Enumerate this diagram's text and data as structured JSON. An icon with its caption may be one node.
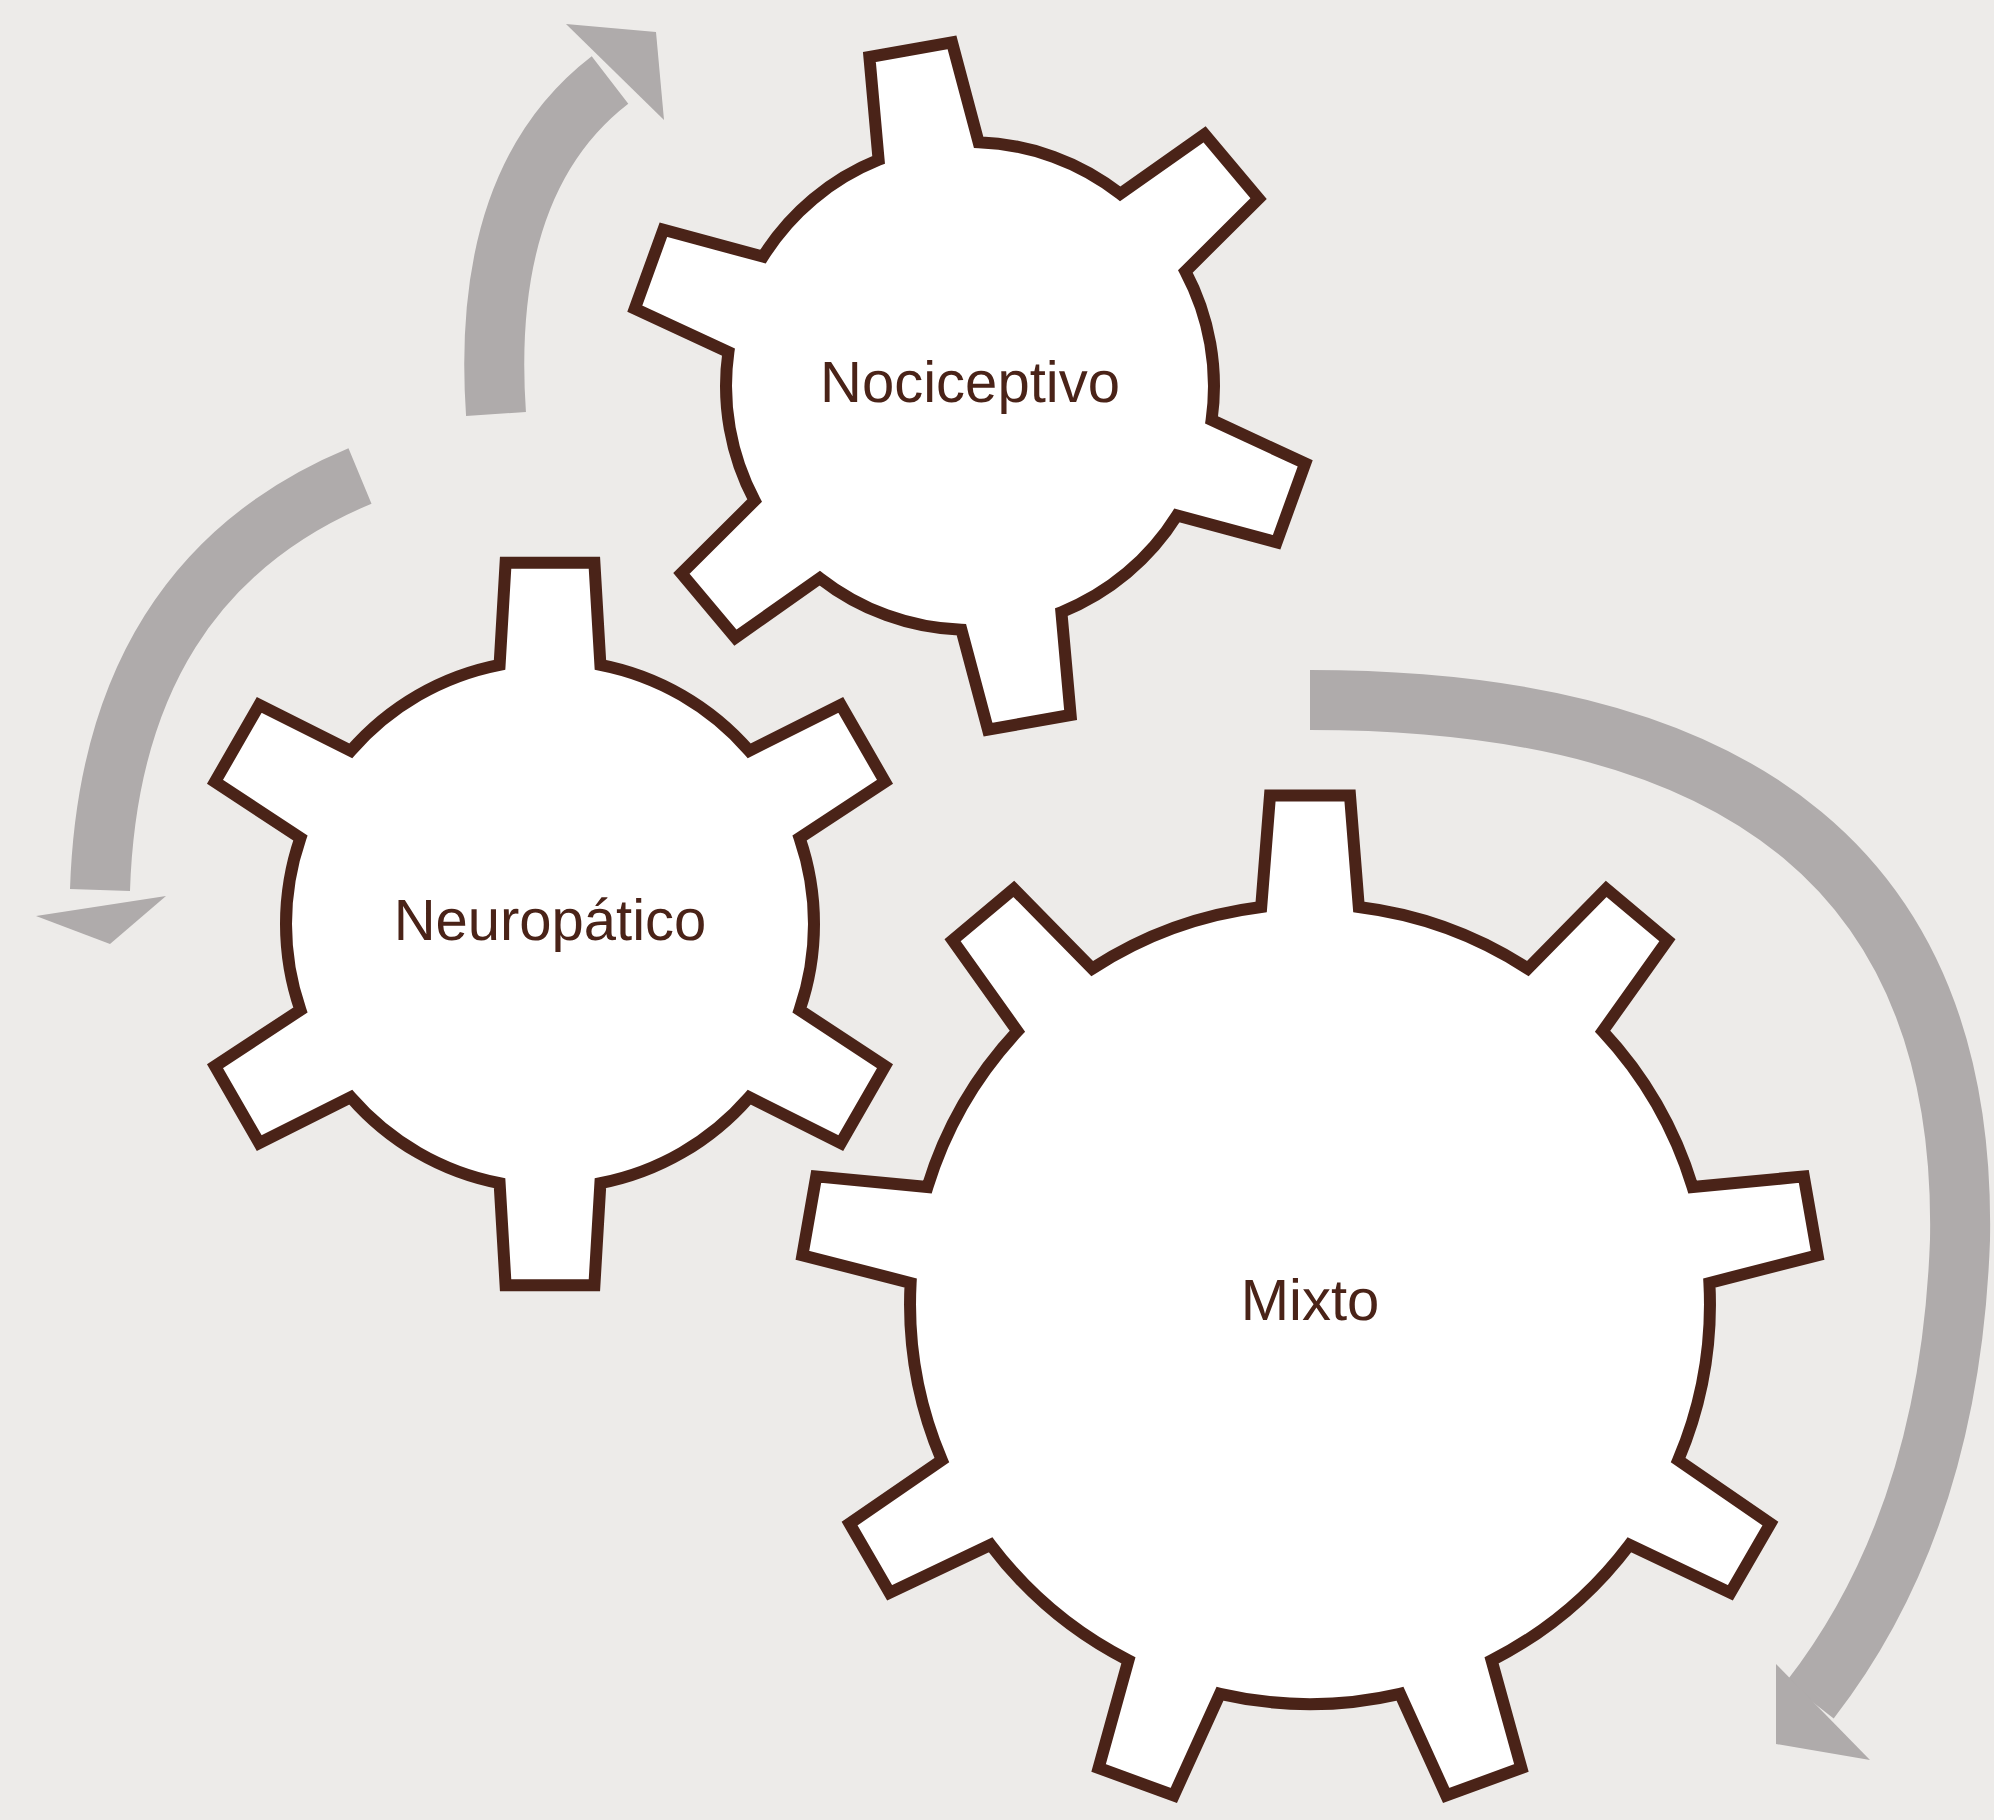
{
  "diagram": {
    "nodes": [
      {
        "text": [
          "Nociceptivo"
        ]
      },
      {
        "text": [
          "Neuropático"
        ]
      },
      {
        "text": [
          "Mixto"
        ]
      }
    ]
  }
}
